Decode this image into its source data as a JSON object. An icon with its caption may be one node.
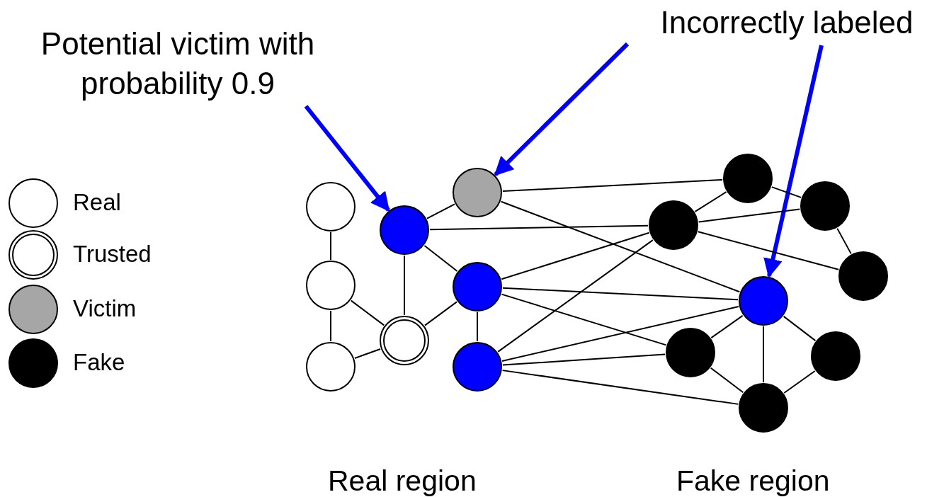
{
  "diagram": {
    "nodes": [
      {
        "text": [
          "Potential victim with probability 0.9"
        ]
      },
      {
        "text": [
          "Incorrectly labeled"
        ]
      },
      {
        "text": [],
        "shape": "circle"
      },
      {
        "text": [],
        "shape": "circle"
      },
      {
        "text": [],
        "shape": "circle"
      },
      {
        "text": [],
        "shape": "circle"
      },
      {
        "text": [],
        "shape": "circle"
      },
      {
        "text": [],
        "shape": "circle"
      },
      {
        "text": [],
        "shape": "circle"
      },
      {
        "text": [],
        "shape": "circle"
      },
      {
        "text": [],
        "shape": "circle"
      },
      {
        "text": [],
        "shape": "circle"
      },
      {
        "text": [],
        "shape": "circle"
      },
      {
        "text": [],
        "shape": "circle"
      },
      {
        "text": [],
        "shape": "circle"
      },
      {
        "text": [],
        "shape": "circle"
      },
      {
        "text": [],
        "shape": "circle"
      },
      {
        "text": [],
        "shape": "circle"
      }
    ],
    "edges": [
      {
        "from": 0,
        "to": 5,
        "arrow": "to",
        "style": "thick",
        "color": "#0000ff"
      },
      {
        "from": 1,
        "to": 7,
        "arrow": "to",
        "style": "thick",
        "color": "#0000ff"
      },
      {
        "from": 1,
        "to": 13,
        "arrow": "to",
        "style": "thick",
        "color": "#0000ff"
      },
      {
        "from": 2,
        "to": 3,
        "arrow": "none"
      },
      {
        "from": 3,
        "to": 4,
        "arrow": "none"
      },
      {
        "from": 3,
        "to": 6,
        "arrow": "none"
      },
      {
        "from": 4,
        "to": 6,
        "arrow": "none"
      },
      {
        "from": 5,
        "to": 6,
        "arrow": "none"
      },
      {
        "from": 5,
        "to": 7,
        "arrow": "none"
      },
      {
        "from": 5,
        "to": 8,
        "arrow": "none"
      },
      {
        "from": 5,
        "to": 10,
        "arrow": "none"
      },
      {
        "from": 6,
        "to": 8,
        "arrow": "none"
      },
      {
        "from": 8,
        "to": 9,
        "arrow": "none"
      },
      {
        "from": 7,
        "to": 12,
        "arrow": "none"
      },
      {
        "from": 7,
        "to": 13,
        "arrow": "none"
      },
      {
        "from": 8,
        "to": 10,
        "arrow": "none"
      },
      {
        "from": 8,
        "to": 13,
        "arrow": "none"
      },
      {
        "from": 8,
        "to": 11,
        "arrow": "none"
      },
      {
        "from": 9,
        "to": 10,
        "arrow": "none"
      },
      {
        "from": 9,
        "to": 13,
        "arrow": "none"
      },
      {
        "from": 9,
        "to": 11,
        "arrow": "none"
      },
      {
        "from": 9,
        "to": 14,
        "arrow": "none"
      },
      {
        "from": 10,
        "to": 12,
        "arrow": "none"
      },
      {
        "from": 10,
        "to": 15,
        "arrow": "none"
      },
      {
        "from": 10,
        "to": 17,
        "arrow": "none"
      },
      {
        "from": 12,
        "to": 15,
        "arrow": "none"
      },
      {
        "from": 15,
        "to": 17,
        "arrow": "none"
      },
      {
        "from": 13,
        "to": 11,
        "arrow": "none"
      },
      {
        "from": 13,
        "to": 14,
        "arrow": "none"
      },
      {
        "from": 13,
        "to": 16,
        "arrow": "none"
      },
      {
        "from": 11,
        "to": 14,
        "arrow": "none"
      },
      {
        "from": 16,
        "to": 14,
        "arrow": "none"
      }
    ],
    "labels": [
      "Real region",
      "Fake region"
    ],
    "legend": [
      {
        "text": "Real",
        "color": "#ffffff"
      },
      {
        "text": "Trusted"
      },
      {
        "text": "Victim",
        "color": "#a6a6a6"
      },
      {
        "text": "Fake",
        "color": "#000000"
      }
    ]
  }
}
